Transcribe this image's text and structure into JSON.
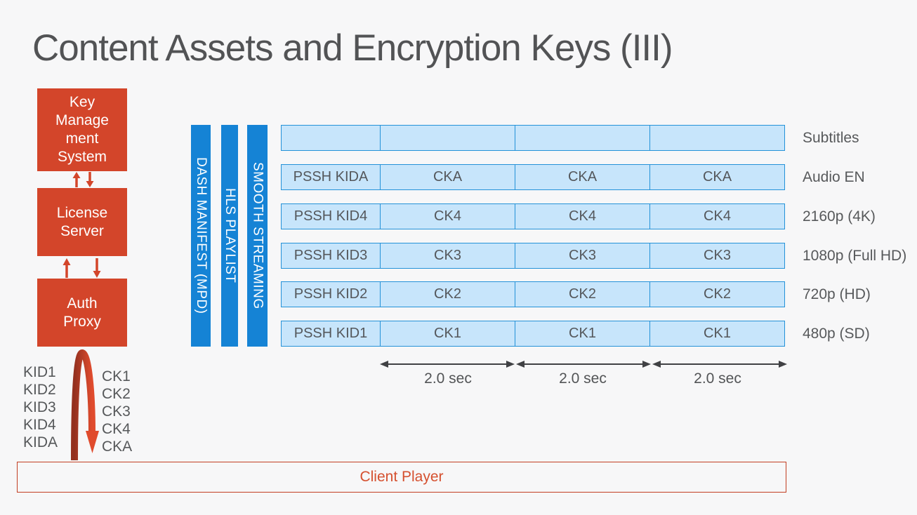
{
  "slide": {
    "title": "Content Assets and Encryption Keys (III)"
  },
  "colors": {
    "background": "#f7f7f8",
    "accent_red": "#d3452a",
    "accent_red_dark": "#93301f",
    "bar_blue": "#1583d5",
    "cell_fill": "#c7e5fb",
    "cell_border": "#2492d8",
    "text_gray": "#57595b",
    "client_player_text": "#d5502f"
  },
  "icons": {
    "up_arrow": "↑",
    "down_arrow": "↓",
    "double_headed_arrow": "↔",
    "loop_arrow": "curved red arrow with down arrowhead"
  },
  "server_stack": {
    "kms": "Key\nManage\nment\nSystem",
    "license": "License\nServer",
    "auth": "Auth\nProxy"
  },
  "bars": [
    {
      "label": "DASH MANIFEST (MPD)"
    },
    {
      "label": "HLS PLAYLIST"
    },
    {
      "label": "SMOOTH STREAMING"
    }
  ],
  "grid": {
    "rows": [
      {
        "cells": [
          "",
          "",
          "",
          ""
        ],
        "label": "Subtitles"
      },
      {
        "cells": [
          "PSSH KIDA",
          "CKA",
          "CKA",
          "CKA"
        ],
        "label": "Audio EN"
      },
      {
        "cells": [
          "PSSH KID4",
          "CK4",
          "CK4",
          "CK4"
        ],
        "label": "2160p (4K)"
      },
      {
        "cells": [
          "PSSH KID3",
          "CK3",
          "CK3",
          "CK3"
        ],
        "label": "1080p (Full HD)"
      },
      {
        "cells": [
          "PSSH KID2",
          "CK2",
          "CK2",
          "CK2"
        ],
        "label": "720p (HD)"
      },
      {
        "cells": [
          "PSSH KID1",
          "CK1",
          "CK1",
          "CK1"
        ],
        "label": "480p (SD)"
      }
    ]
  },
  "timeline": {
    "segments": [
      {
        "duration": "2.0 sec"
      },
      {
        "duration": "2.0 sec"
      },
      {
        "duration": "2.0 sec"
      }
    ]
  },
  "keys": {
    "kid_list": "KID1\nKID2\nKID3\nKID4\nKIDA",
    "ck_list": "CK1\nCK2\nCK3\nCK4\nCKA"
  },
  "client_player": {
    "label": "Client Player"
  }
}
